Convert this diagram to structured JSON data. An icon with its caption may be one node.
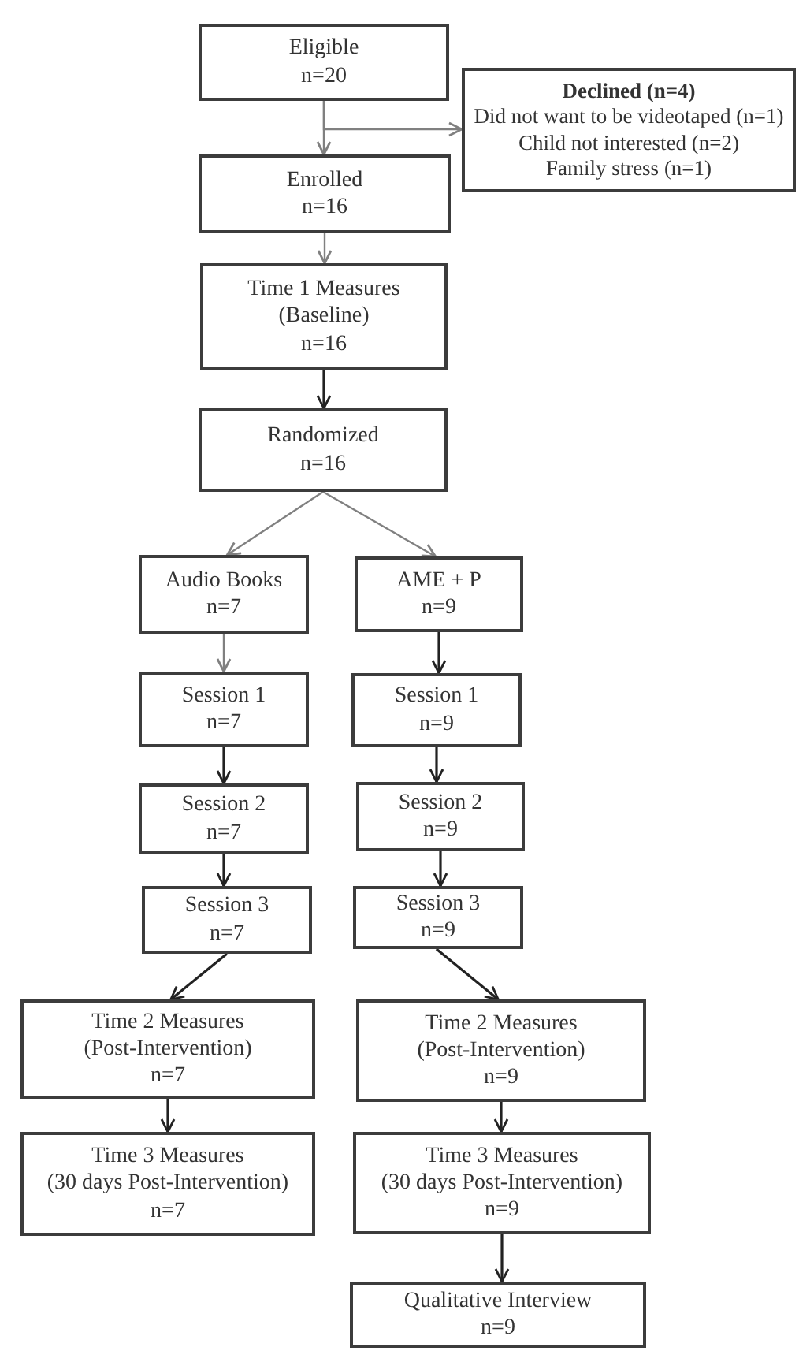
{
  "diagram": {
    "nodes": [
      {
        "text": [
          "Eligible",
          "n=20"
        ]
      },
      {
        "text": [
          "**Declined (n=4)**",
          "Did not want to be videotaped (n=1)",
          "Child not interested (n=2)",
          "Family stress (n=1)"
        ]
      },
      {
        "text": [
          "Enrolled",
          "n=16"
        ]
      },
      {
        "text": [
          "Time 1 Measures",
          "(Baseline)",
          "n=16"
        ]
      },
      {
        "text": [
          "Randomized",
          "n=16"
        ]
      },
      {
        "text": [
          "Audio Books",
          "n=7"
        ]
      },
      {
        "text": [
          "AME + P",
          "n=9"
        ]
      },
      {
        "text": [
          "Session 1",
          "n=7"
        ]
      },
      {
        "text": [
          "Session 1",
          "n=9"
        ]
      },
      {
        "text": [
          "Session 2",
          "n=7"
        ]
      },
      {
        "text": [
          "Session 2",
          "n=9"
        ]
      },
      {
        "text": [
          "Session 3",
          "n=7"
        ]
      },
      {
        "text": [
          "Session 3",
          "n=9"
        ]
      },
      {
        "text": [
          "Time 2 Measures",
          "(Post-Intervention)",
          "n=7"
        ]
      },
      {
        "text": [
          "Time 2 Measures",
          "(Post-Intervention)",
          "n=9"
        ]
      },
      {
        "text": [
          "Time 3 Measures",
          "(30 days Post-Intervention)",
          "n=7"
        ]
      },
      {
        "text": [
          "Time 3 Measures",
          "(30 days Post-Intervention)",
          "n=9"
        ]
      },
      {
        "text": [
          "Qualitative Interview",
          "n=9"
        ]
      }
    ],
    "edges": [
      {
        "from": 0,
        "to": 2,
        "arrow": "to",
        "color": "#808080"
      },
      {
        "from": 0,
        "to": 1,
        "arrow": "to",
        "color": "#808080"
      },
      {
        "from": 2,
        "to": 3,
        "arrow": "to",
        "color": "#808080"
      },
      {
        "from": 3,
        "to": 4,
        "arrow": "to"
      },
      {
        "from": 4,
        "to": 5,
        "arrow": "to",
        "color": "#808080"
      },
      {
        "from": 4,
        "to": 6,
        "arrow": "to",
        "color": "#808080"
      },
      {
        "from": 5,
        "to": 7,
        "arrow": "to",
        "color": "#808080"
      },
      {
        "from": 6,
        "to": 8,
        "arrow": "to"
      },
      {
        "from": 7,
        "to": 9,
        "arrow": "to"
      },
      {
        "from": 8,
        "to": 10,
        "arrow": "to"
      },
      {
        "from": 9,
        "to": 11,
        "arrow": "to"
      },
      {
        "from": 10,
        "to": 12,
        "arrow": "to"
      },
      {
        "from": 11,
        "to": 13,
        "arrow": "to"
      },
      {
        "from": 12,
        "to": 14,
        "arrow": "to"
      },
      {
        "from": 13,
        "to": 15,
        "arrow": "to"
      },
      {
        "from": 14,
        "to": 16,
        "arrow": "to"
      },
      {
        "from": 16,
        "to": 17,
        "arrow": "to"
      }
    ]
  }
}
